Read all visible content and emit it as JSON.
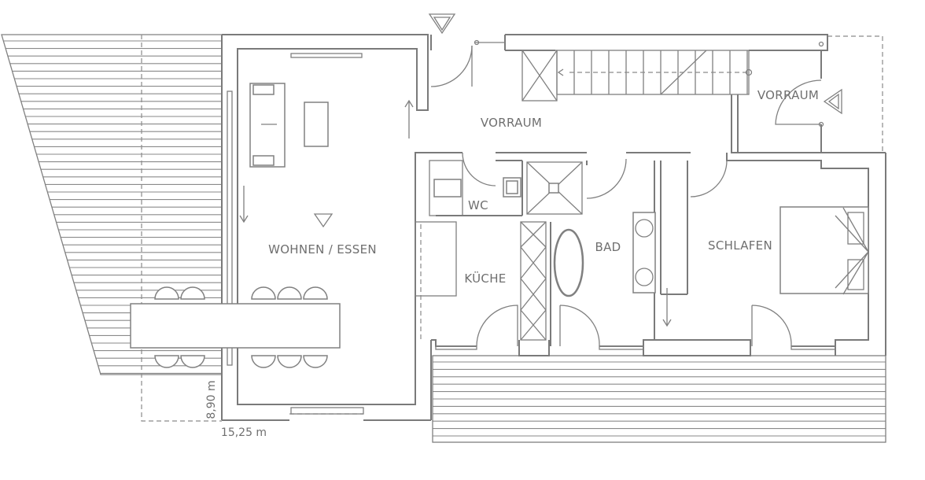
{
  "rooms": {
    "vorraum_main": "VORRAUM",
    "vorraum_side": "VORRAUM",
    "wc": "WC",
    "bad": "BAD",
    "kueche": "KÜCHE",
    "wohnen": "WOHNEN / ESSEN",
    "schlafen": "SCHLAFEN"
  },
  "dimensions": {
    "width": "15,25 m",
    "depth": "8,90 m"
  },
  "colors": {
    "line": "#7a7a7a",
    "text": "#6f6f6f"
  }
}
